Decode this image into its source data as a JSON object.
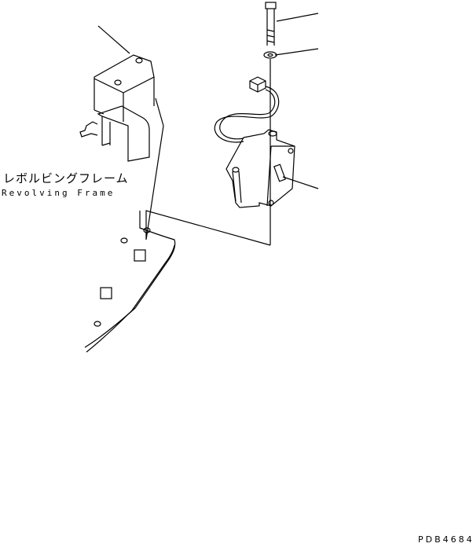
{
  "labels": {
    "part_name_jp": "レボルビングフレーム",
    "part_name_en": "Revolving Frame",
    "drawing_code": "PDB4684"
  },
  "colors": {
    "line": "#000000",
    "background": "#ffffff"
  }
}
